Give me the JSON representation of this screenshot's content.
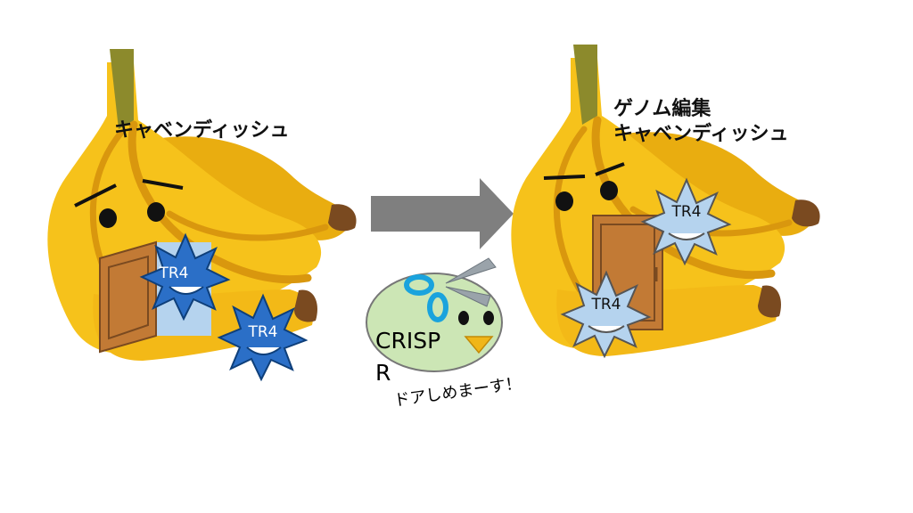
{
  "left": {
    "label": "キャベンディッシュ",
    "virus_1": "TR4",
    "virus_2": "TR4"
  },
  "right": {
    "label_line1": "ゲノム編集",
    "label_line2": "キャベンディッシュ",
    "virus_1": "TR4",
    "virus_2": "TR4"
  },
  "crispr": {
    "name_line1": "CRISP",
    "name_line2": "R",
    "speech": "ドアしめまーす！"
  },
  "colors": {
    "banana": "#f6c21b",
    "banana_shade": "#d9970e",
    "stem": "#8c8a2c",
    "door": "#c27a35",
    "virus_dark": "#2b6fc7",
    "virus_light": "#b5d3ee",
    "arrow": "#7f7f7f",
    "crispr_body": "#cce6b5"
  }
}
